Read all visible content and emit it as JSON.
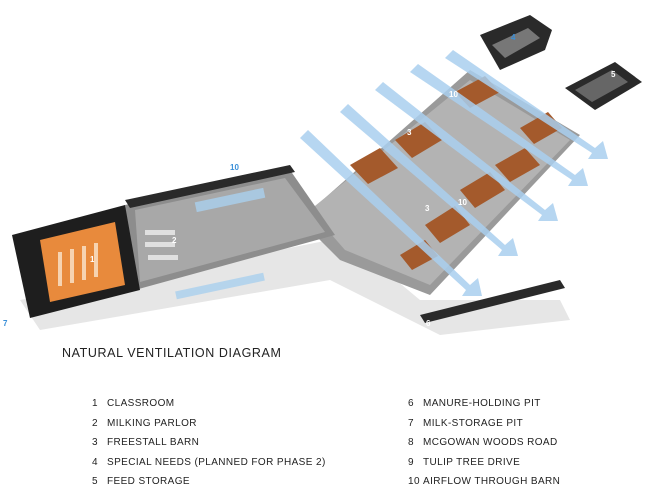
{
  "title": "NATURAL VENTILATION DIAGRAM",
  "legend": [
    {
      "num": "1",
      "label": "CLASSROOM"
    },
    {
      "num": "2",
      "label": "MILKING PARLOR"
    },
    {
      "num": "3",
      "label": "FREESTALL BARN"
    },
    {
      "num": "4",
      "label": "SPECIAL NEEDS (PLANNED FOR PHASE 2)"
    },
    {
      "num": "5",
      "label": "FEED STORAGE"
    },
    {
      "num": "6",
      "label": "MANURE-HOLDING PIT"
    },
    {
      "num": "7",
      "label": "MILK-STORAGE PIT"
    },
    {
      "num": "8",
      "label": "MCGOWAN WOODS ROAD"
    },
    {
      "num": "9",
      "label": "TULIP TREE DRIVE"
    },
    {
      "num": "10",
      "label": "AIRFLOW THROUGH BARN"
    }
  ],
  "callouts": [
    {
      "num": "1",
      "color": "#ffffff"
    },
    {
      "num": "2",
      "color": "#ffffff"
    },
    {
      "num": "3",
      "color": "#ffffff"
    },
    {
      "num": "3",
      "color": "#ffffff"
    },
    {
      "num": "4",
      "color": "#3a8fd8"
    },
    {
      "num": "5",
      "color": "#ffffff"
    },
    {
      "num": "6",
      "color": "#ffffff"
    },
    {
      "num": "7",
      "color": "#3a8fd8"
    },
    {
      "num": "10",
      "color": "#3a8fd8"
    },
    {
      "num": "10",
      "color": "#ffffff"
    },
    {
      "num": "10",
      "color": "#ffffff"
    }
  ],
  "colors": {
    "airflow": "#a9cfee",
    "stalls": "#a45a2c",
    "classroom": "#e88a3c",
    "roof": "#2a2a2a",
    "floor": "#9a9a9a"
  }
}
